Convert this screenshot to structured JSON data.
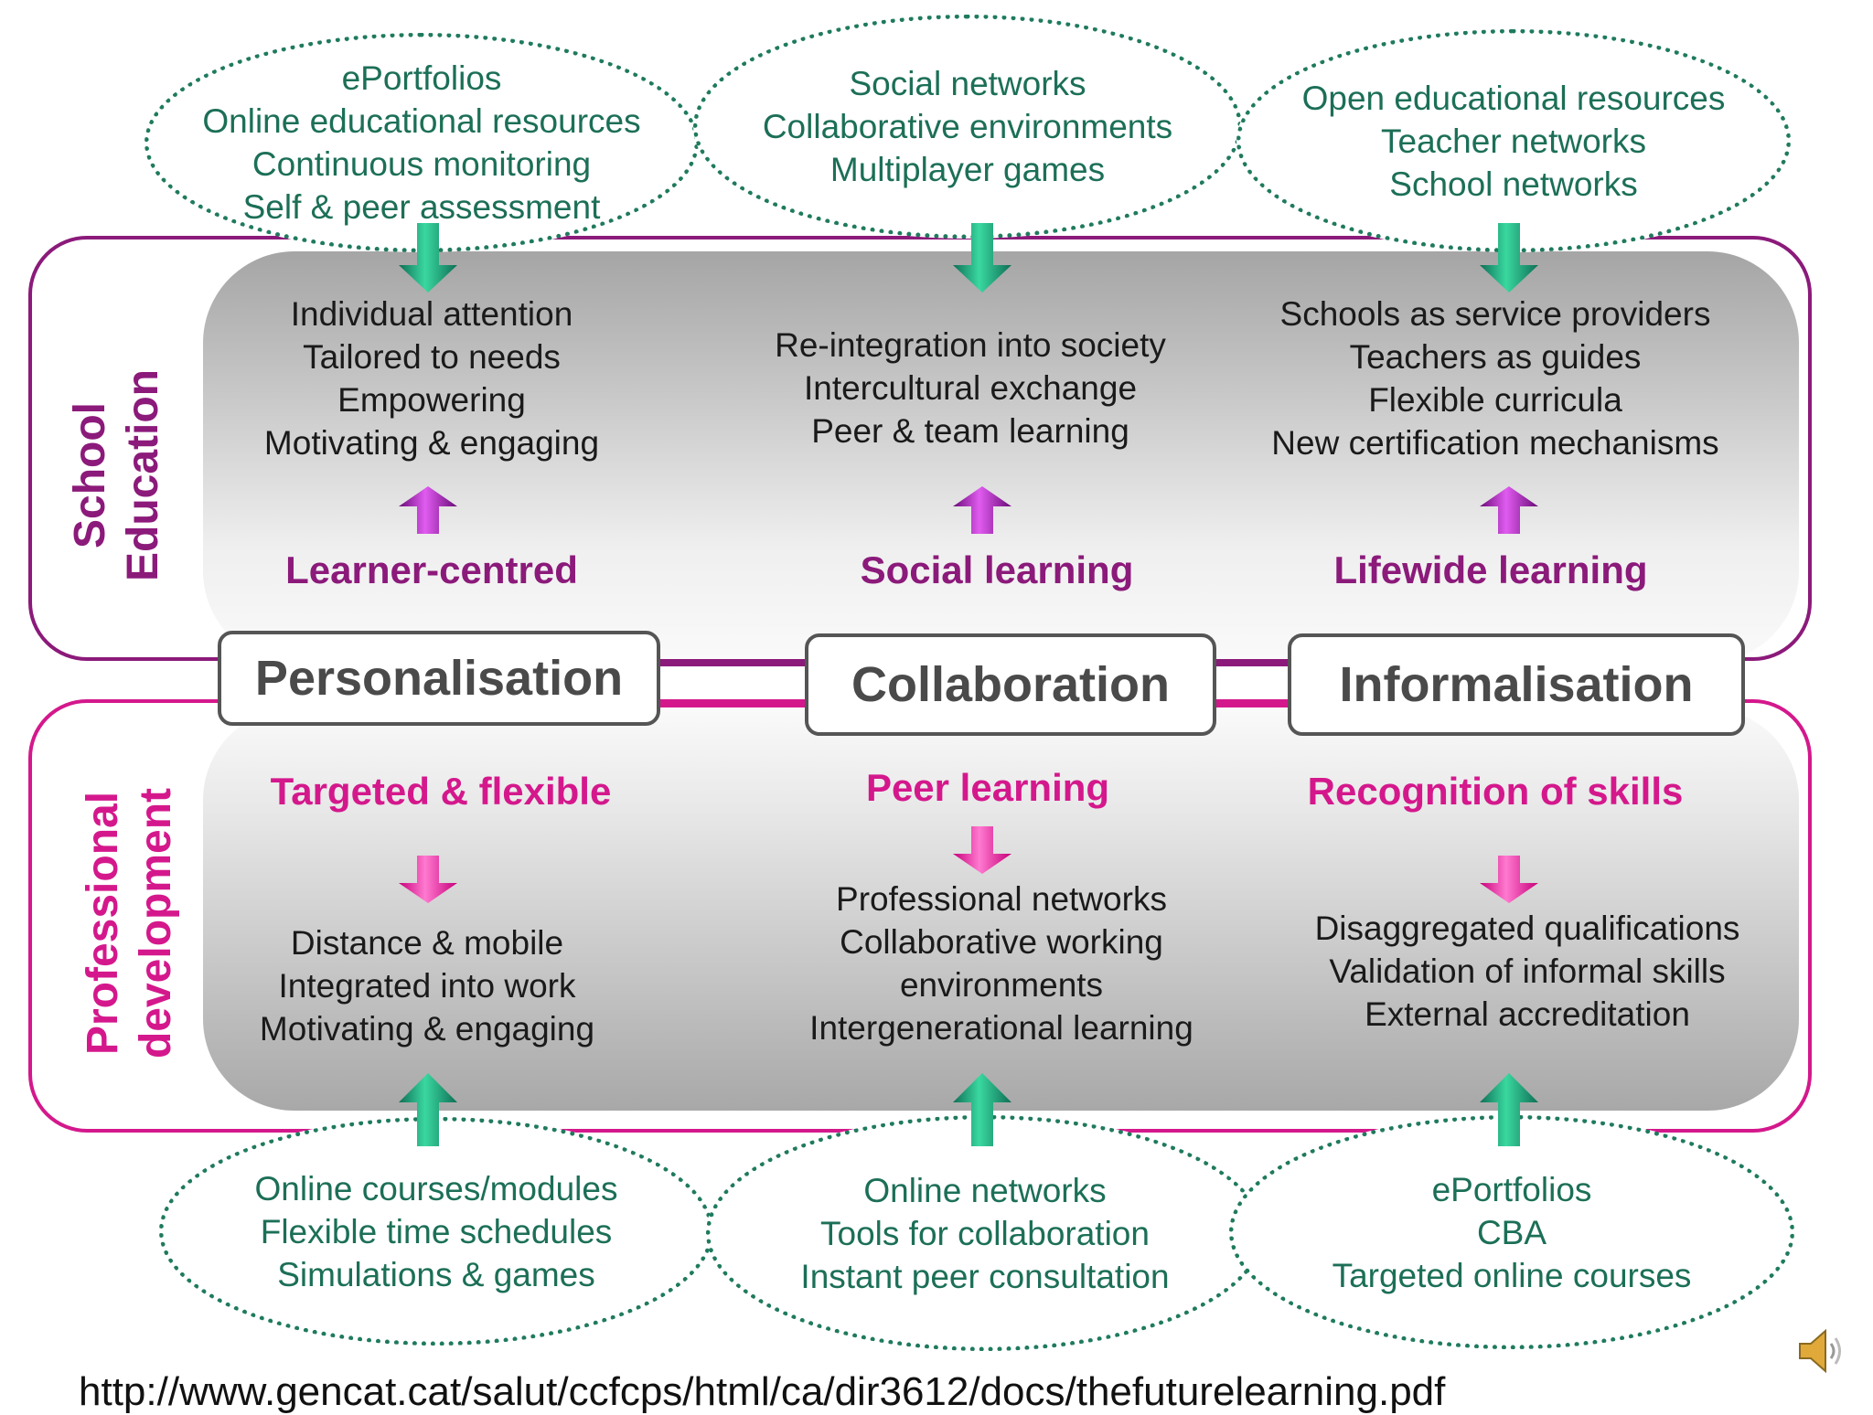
{
  "bubbles_top": [
    {
      "lines": [
        "ePortfolios",
        "Online educational resources",
        "Continuous monitoring",
        "Self & peer assessment"
      ]
    },
    {
      "lines": [
        "Social networks",
        "Collaborative environments",
        "Multiplayer games"
      ]
    },
    {
      "lines": [
        "Open educational resources",
        "Teacher networks",
        "School networks"
      ]
    }
  ],
  "school": {
    "label_line1": "School",
    "label_line2": "Education",
    "columns": [
      {
        "lines": [
          "Individual attention",
          "Tailored to needs",
          "Empowering",
          "Motivating & engaging"
        ],
        "heading": "Learner-centred"
      },
      {
        "lines": [
          "Re-integration into society",
          "Intercultural exchange",
          "Peer & team learning"
        ],
        "heading": "Social learning"
      },
      {
        "lines": [
          "Schools as service providers",
          "Teachers as guides",
          "Flexible curricula",
          "New certification mechanisms"
        ],
        "heading": "Lifewide learning"
      }
    ]
  },
  "keys": [
    "Personalisation",
    "Collaboration",
    "Informalisation"
  ],
  "professional": {
    "label_line1": "Professional",
    "label_line2": "development",
    "columns": [
      {
        "heading": "Targeted & flexible",
        "lines": [
          "Distance & mobile",
          "Integrated into work",
          "Motivating & engaging"
        ]
      },
      {
        "heading": "Peer learning",
        "lines": [
          "Professional networks",
          "Collaborative working",
          "environments",
          "Intergenerational learning"
        ]
      },
      {
        "heading": "Recognition of skills",
        "lines": [
          "Disaggregated qualifications",
          "Validation of informal skills",
          "External accreditation"
        ]
      }
    ]
  },
  "bubbles_bottom": [
    {
      "lines": [
        "Online courses/modules",
        "Flexible time schedules",
        "Simulations & games"
      ]
    },
    {
      "lines": [
        "Online networks",
        "Tools for collaboration",
        "Instant peer consultation"
      ]
    },
    {
      "lines": [
        "ePortfolios",
        "CBA",
        "Targeted online courses"
      ]
    }
  ],
  "source_url": "http://www.gencat.cat/salut/ccfcps/html/ca/dir3612/docs/thefuturelearning.pdf",
  "icons": [
    "speaker-icon"
  ],
  "colors": {
    "school": "#8b1a7a",
    "professional": "#d4188c",
    "tech": "#1f7a5e"
  }
}
